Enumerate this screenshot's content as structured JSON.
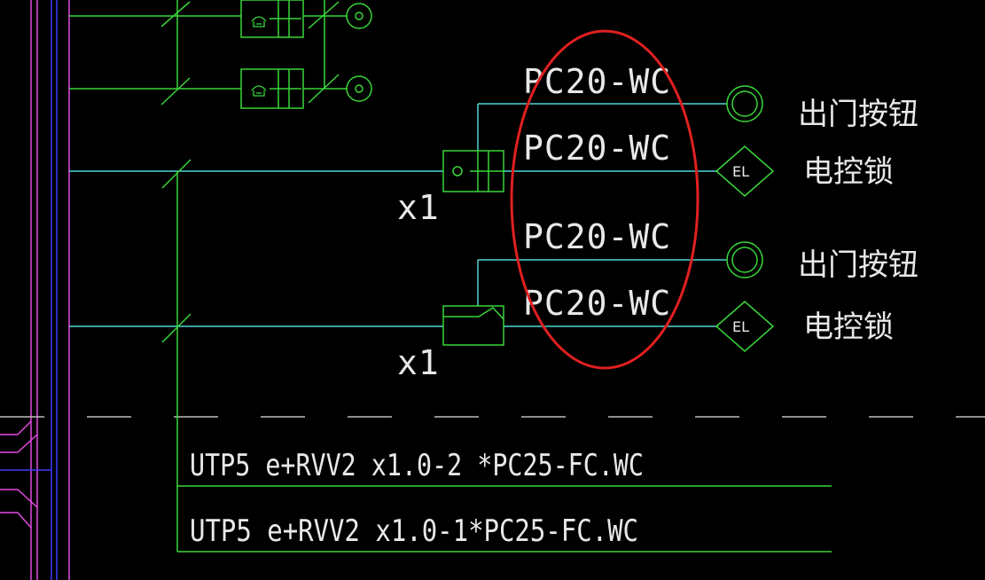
{
  "labels": {
    "conduit_1": "PC20-WC",
    "conduit_2": "PC20-WC",
    "conduit_3": "PC20-WC",
    "conduit_4": "PC20-WC",
    "exit_button_1": "出门按钮",
    "electric_lock_1": "电控锁",
    "exit_button_2": "出门按钮",
    "electric_lock_2": "电控锁",
    "lock_symbol_1": "EL",
    "lock_symbol_2": "EL",
    "count_1": "x1",
    "count_2": "x1",
    "cable_1": "UTP5 e+RVV2 x1.0-2 *PC25-FC.WC",
    "cable_2": "UTP5 e+RVV2 x1.0-1*PC25-FC.WC"
  },
  "colors": {
    "background": "#000000",
    "green": "#39d639",
    "cyan": "#4fd6d6",
    "magenta": "#e24ae2",
    "blue": "#3a3aff",
    "gray": "#bdbdbd",
    "text": "#e8e8e8",
    "highlight": "#e02020"
  },
  "icons": [
    "intercom-phone-icon",
    "exit-button-icon",
    "electric-lock-icon",
    "door-contact-icon",
    "card-reader-icon"
  ]
}
